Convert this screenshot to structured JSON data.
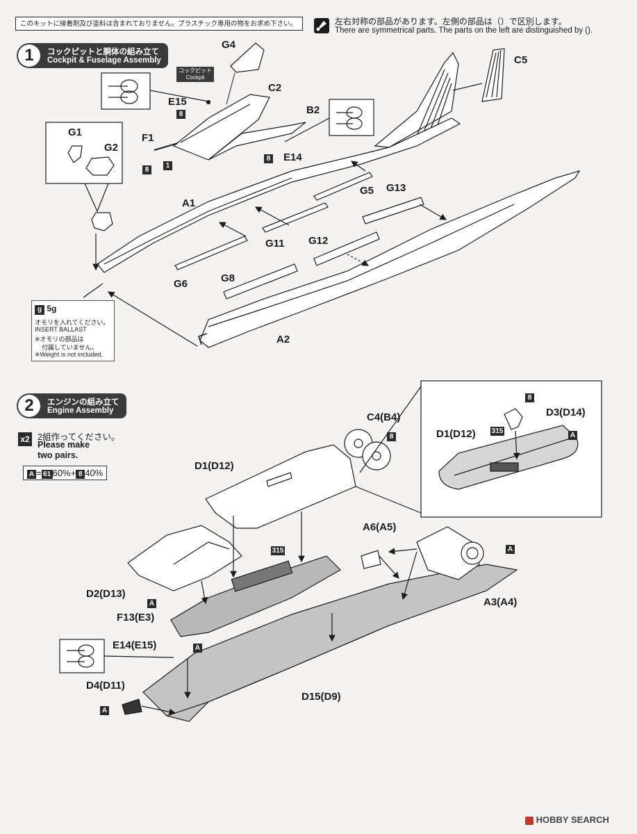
{
  "notice": "このキットに接着剤及び塗料は含まれておりません。プラスチック専用の物をお求め下さい。",
  "symmetry": {
    "jp": "左右対称の部品があります。左側の部品は（）で区別します。",
    "en": "There are symmetrical parts. The parts on the left are distinguished by ()."
  },
  "step1": {
    "number": "1",
    "title_jp": "コックピットと胴体の組み立て",
    "title_en": "Cockpit & Fuselage Assembly"
  },
  "step2": {
    "number": "2",
    "title_jp": "エンジンの組み立て",
    "title_en": "Engine Assembly"
  },
  "cockpit_tag": {
    "jp": "コックピット",
    "en": "Cockpit"
  },
  "ballast": {
    "weight": "5g",
    "jp1": "オモリを入れてください。",
    "en1": "INSERT BALLAST",
    "jp2": "※オモリの部品は",
    "jp3": "付属していません。",
    "en2": "※Weight is not included."
  },
  "make_two": {
    "count": "x2",
    "jp": "2組作ってください。",
    "en1": "Please make",
    "en2": "two pairs."
  },
  "paint_mix": {
    "a": "A",
    "eq": "=",
    "c1": "61",
    "p1": "60%",
    "plus": "+",
    "c2": "8",
    "p2": "40%"
  },
  "colors": {
    "ink": "#1a1a1a",
    "paper": "#f4f3f1",
    "shade": "#b8b8b8"
  },
  "labels1": {
    "G4": "G4",
    "C2": "C2",
    "B2": "B2",
    "C5": "C5",
    "E15": "E15",
    "E14": "E14",
    "F1": "F1",
    "G1": "G1",
    "G2": "G2",
    "A1": "A1",
    "G5": "G5",
    "G13": "G13",
    "G11": "G11",
    "G12": "G12",
    "G6": "G6",
    "G8": "G8",
    "A2": "A2"
  },
  "labels2": {
    "C4": "C4(B4)",
    "D1a": "D1(D12)",
    "D1b": "D1(D12)",
    "D3": "D3(D14)",
    "A6": "A6(A5)",
    "D2": "D2(D13)",
    "F13": "F13(E3)",
    "E14": "E14(E15)",
    "A3": "A3(A4)",
    "D4": "D4(D11)",
    "D15": "D15(D9)"
  },
  "badges": {
    "eight": "8",
    "one": "1",
    "a": "A",
    "c315": "315"
  },
  "watermark": "HOBBY SEARCH"
}
